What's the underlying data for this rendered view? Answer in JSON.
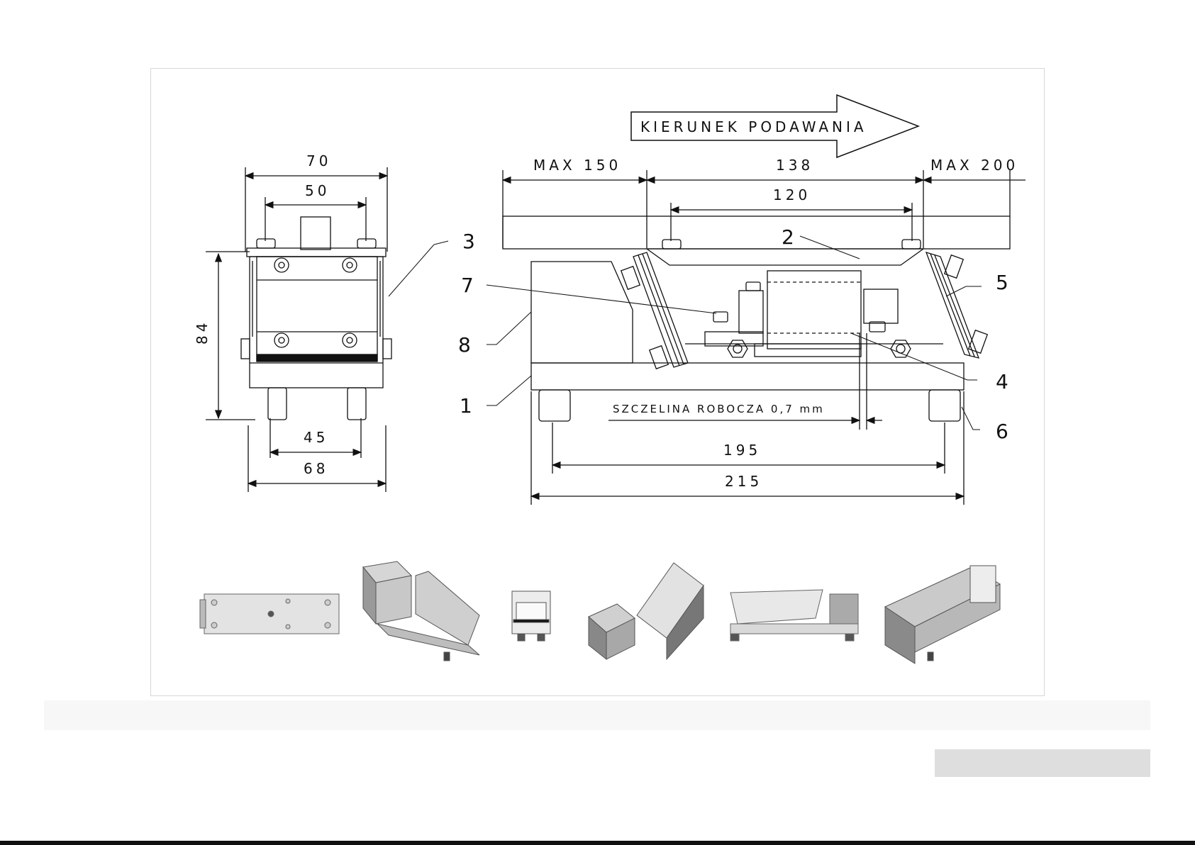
{
  "drawing": {
    "feed_direction": "KIERUNEK PODAWANIA",
    "working_gap": "SZCZELINA ROBOCZA 0,7 mm",
    "front_view": {
      "width_top": "70",
      "width_inner": "50",
      "height": "84",
      "feet_spacing": "45",
      "base_width": "68"
    },
    "side_view": {
      "max_left": "MAX 150",
      "center": "138",
      "inner": "120",
      "max_right": "MAX 200",
      "feet_spacing": "195",
      "length": "215"
    },
    "callouts": [
      "1",
      "2",
      "3",
      "4",
      "5",
      "6",
      "7",
      "8"
    ]
  },
  "colors": {
    "line": "#111111",
    "frame_border": "#d6d6d6",
    "strip": "#f7f7f7",
    "button": "#dedede"
  },
  "thumbnails": [
    "bottom-view",
    "iso-view-1",
    "front-view-small",
    "iso-view-2",
    "side-view-small",
    "iso-view-3"
  ]
}
